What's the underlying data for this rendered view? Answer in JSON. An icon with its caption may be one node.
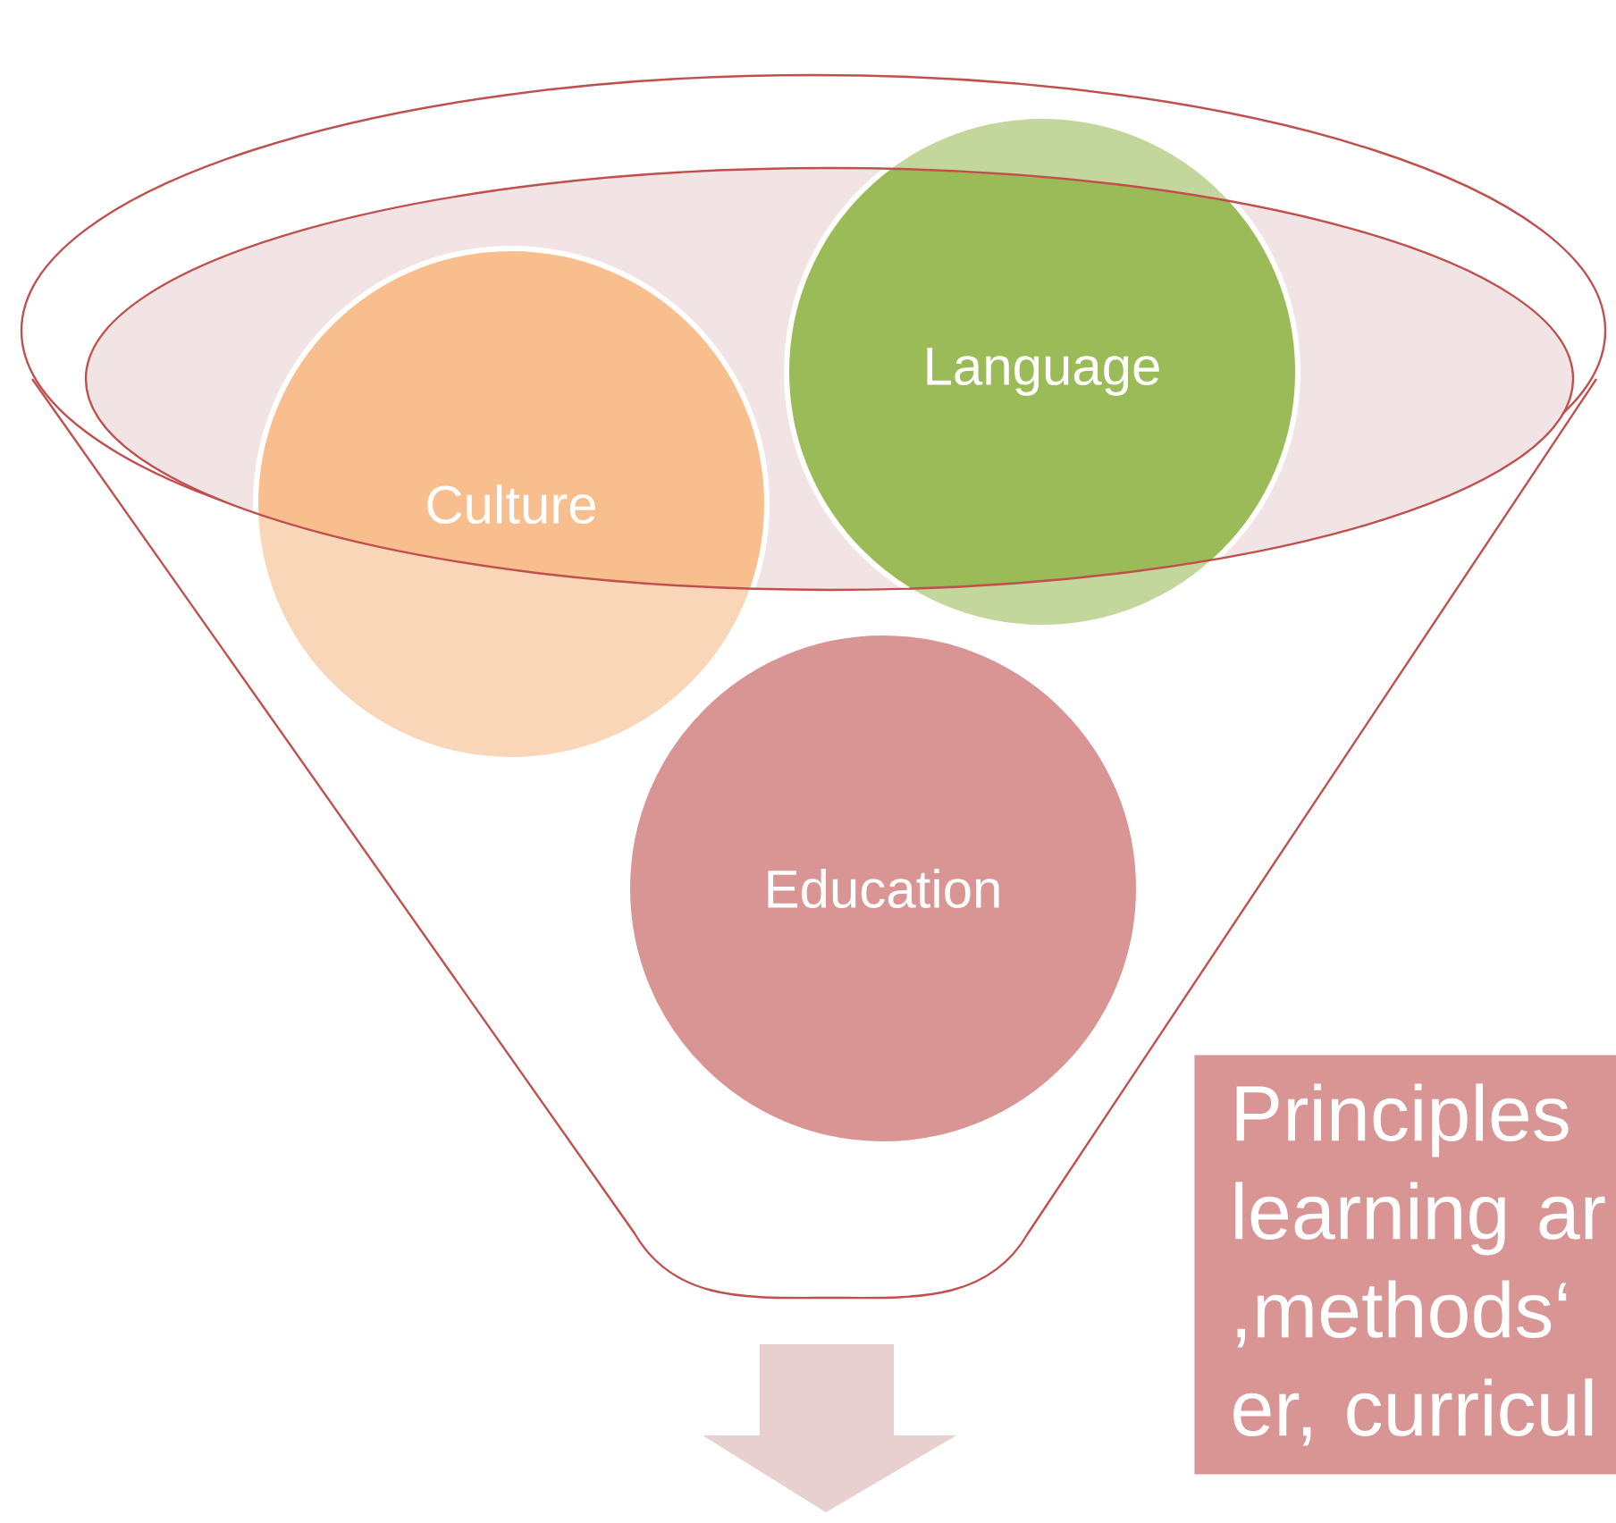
{
  "diagram": {
    "nodes": [
      {
        "text": [],
        "shape": "funnel"
      },
      {
        "text": [
          "Culture"
        ],
        "in": 0
      },
      {
        "text": [
          "Language"
        ],
        "in": 0
      },
      {
        "text": [
          "Education"
        ],
        "in": 0
      },
      {
        "text": [
          "Principles learning ar ,methods‘ er, curricul"
        ]
      }
    ]
  }
}
